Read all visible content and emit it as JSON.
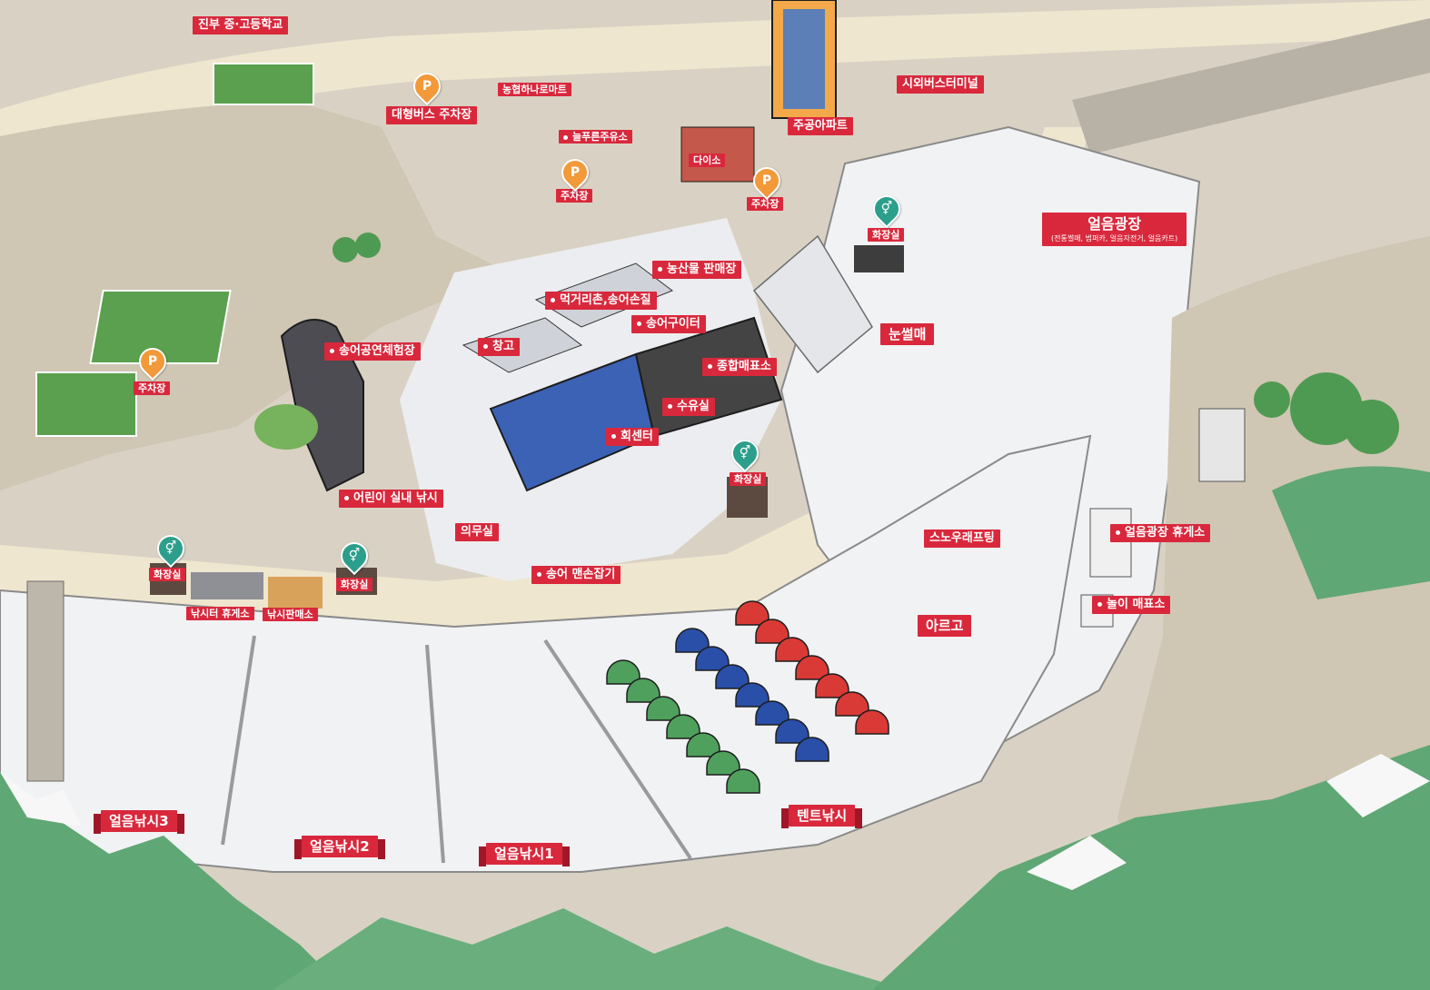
{
  "colors": {
    "label_red": "#d9283c",
    "parking_orange": "#f2993a",
    "restroom_teal": "#2c9e8c",
    "snow": "#f1f2f4",
    "mountain_green": "#5fa774",
    "ground": "#d9d2c4"
  },
  "icons": {
    "parking": "P",
    "restroom": "restroom-icon"
  },
  "labels": {
    "school": "진부 중·고등학교",
    "nonghyup_mart": "농협하나로마트",
    "bus_parking": "대형버스 주차장",
    "gas_station": "늘푸른주유소",
    "parking_a": "주차장",
    "parking_b": "주차장",
    "parking_c": "주차장",
    "daiso": "다이소",
    "jugong_apt": "주공아파트",
    "bus_terminal": "시외버스터미널",
    "restroom_top": "화장실",
    "ice_plaza": "얼음광장",
    "ice_plaza_sub": "(전통썰매, 범퍼카, 얼음자전거, 얼음카트)",
    "farm_market": "농산물 판매장",
    "food_street": "먹거리촌,송어손질",
    "trout_eatery": "송어구이터",
    "warehouse": "창고",
    "trout_hall": "송어공연체험장",
    "ticket_office": "종합매표소",
    "nursing_room": "수유실",
    "sashimi": "회센터",
    "snow_sled": "눈썰매",
    "kids_fishing": "어린이 실내 낚시",
    "first_aid": "의무실",
    "restroom_mid": "화장실",
    "trout_hand": "송어 맨손잡기",
    "restroom_left": "화장실",
    "restroom_left2": "화장실",
    "fishing_rest": "낚시터 휴게소",
    "fishing_shop": "낚시판매소",
    "snow_rafting": "스노우래프팅",
    "plaza_rest": "얼음광장 휴게소",
    "play_ticket": "놀이 매표소",
    "argo": "아르고",
    "ice_fishing_3": "얼음낚시3",
    "ice_fishing_2": "얼음낚시2",
    "ice_fishing_1": "얼음낚시1",
    "tent_fishing": "텐트낚시"
  }
}
